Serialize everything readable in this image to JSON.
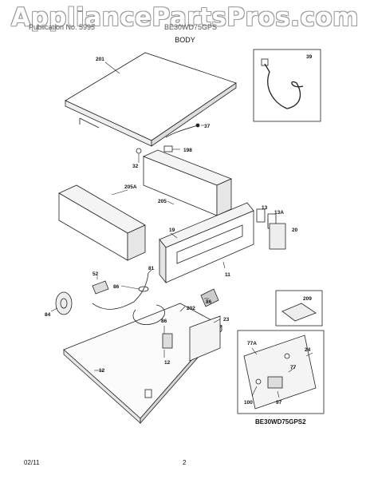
{
  "watermark": "AppliancePartsPros.com",
  "header": {
    "left": "Publication No. 5995",
    "right": "BE30WD75GPS"
  },
  "section_title": "BODY",
  "model_code": "BE30WD75GPS2",
  "footer": {
    "date": "02/11",
    "page": "2"
  },
  "callouts": [
    "201",
    "37",
    "198",
    "32",
    "39",
    "205A",
    "205",
    "13",
    "13A",
    "19",
    "20",
    "11",
    "81",
    "52",
    "86",
    "86",
    "84",
    "202",
    "23",
    "209",
    "86",
    "12",
    "12",
    "77A",
    "24",
    "77",
    "97",
    "100"
  ]
}
